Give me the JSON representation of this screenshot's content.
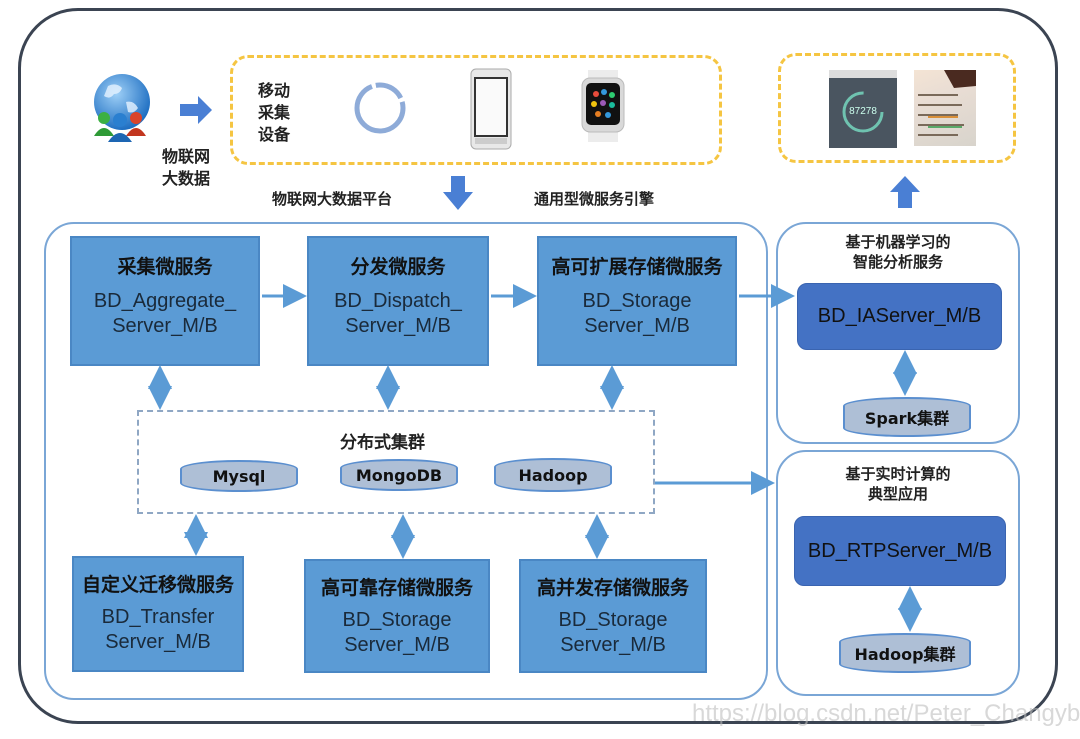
{
  "source": {
    "label_line1": "物联网",
    "label_line2": "大数据"
  },
  "devices": {
    "label_line1": "移动",
    "label_line2": "采集",
    "label_line3": "设备",
    "items": [
      "ring-chart-icon",
      "smartphone-icon",
      "smartwatch-icon"
    ]
  },
  "labels": {
    "platform": "物联网大数据平台",
    "engine": "通用型微服务引擎"
  },
  "apps": {
    "dashboard_value": "87278",
    "items": [
      "dashboard-app-screenshot",
      "list-app-screenshot"
    ]
  },
  "services_top": [
    {
      "title": "采集微服务",
      "code": "BD_Aggregate_\nServer_M/B"
    },
    {
      "title": "分发微服务",
      "code": "BD_Dispatch_\nServer_M/B"
    },
    {
      "title": "高可扩展存储微服务",
      "code": "BD_Storage\nServer_M/B"
    }
  ],
  "cluster": {
    "title": "分布式集群",
    "dbs": [
      "Mysql",
      "MongoDB",
      "Hadoop"
    ]
  },
  "services_bottom": [
    {
      "title": "自定义迁移微服务",
      "code": "BD_Transfer\nServer_M/B"
    },
    {
      "title": "高可靠存储微服务",
      "code": "BD_Storage\nServer_M/B"
    },
    {
      "title": "高并发存储微服务",
      "code": "BD_Storage\nServer_M/B"
    }
  ],
  "ml_panel": {
    "title_line1": "基于机器学习的",
    "title_line2": "智能分析服务",
    "server": "BD_IAServer_M/B",
    "cluster": "Spark集群"
  },
  "rt_panel": {
    "title_line1": "基于实时计算的",
    "title_line2": "典型应用",
    "server": "BD_RTPServer_M/B",
    "cluster": "Hadoop集群"
  },
  "watermark": "https://blog.csdn.net/Peter_Changyb",
  "colors": {
    "service_box": "#5b9bd5",
    "server_box": "#4472c4",
    "arrow": "#5b9bd5",
    "device_border": "#f5c542",
    "cylinder": "#aebfd6"
  }
}
